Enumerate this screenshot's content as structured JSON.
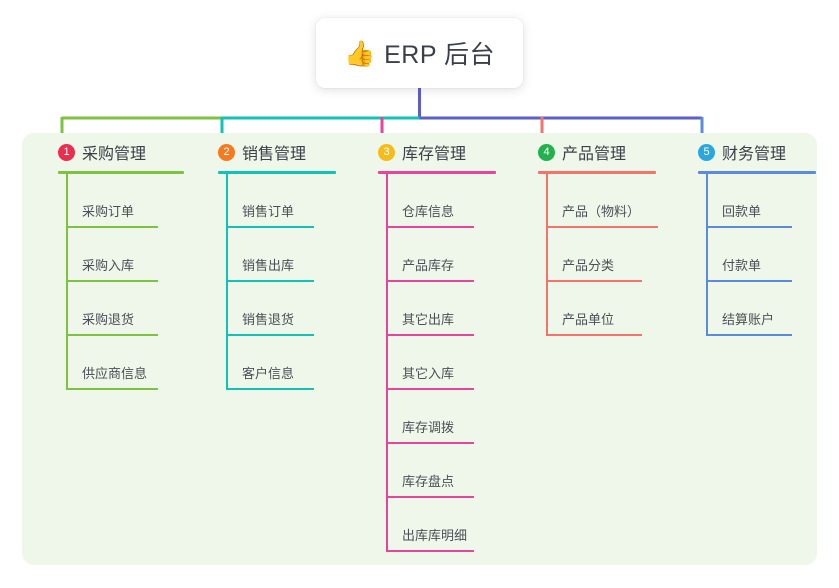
{
  "root": {
    "icon": "thumbs-up-icon",
    "emoji": "👍",
    "title": "ERP 后台"
  },
  "theme": {
    "panel_bg": "#eef7e9",
    "page_bg": "#ffffff",
    "card_bg": "#ffffff",
    "title_color": "#3a3f4a",
    "leaf_color": "#4b5058",
    "trunk_color": "#5b5fc7"
  },
  "bus": {
    "segments": [
      {
        "name": "bus-green",
        "color": "#7ec242"
      },
      {
        "name": "bus-teal",
        "color": "#12c2b5"
      },
      {
        "name": "bus-blue",
        "color": "#5b5fc7"
      }
    ]
  },
  "columns": [
    {
      "index": "1",
      "title": "采购管理",
      "badge_color": "#ea2e4e",
      "line_color": "#7ec242",
      "drop_color": "#7ec242",
      "items": [
        "采购订单",
        "采购入库",
        "采购退货",
        "供应商信息"
      ]
    },
    {
      "index": "2",
      "title": "销售管理",
      "badge_color": "#f47b20",
      "line_color": "#12c2b5",
      "drop_color": "#12c2b5",
      "items": [
        "销售订单",
        "销售出库",
        "销售退货",
        "客户信息"
      ]
    },
    {
      "index": "3",
      "title": "库存管理",
      "badge_color": "#f5bc1a",
      "line_color": "#e5469b",
      "drop_color": "#e5469b",
      "items": [
        "仓库信息",
        "产品库存",
        "其它出库",
        "其它入库",
        "库存调拨",
        "库存盘点",
        "出库库明细"
      ]
    },
    {
      "index": "4",
      "title": "产品管理",
      "badge_color": "#22b14c",
      "line_color": "#f4736b",
      "drop_color": "#f4736b",
      "items": [
        "产品（物料）",
        "产品分类",
        "产品单位"
      ]
    },
    {
      "index": "5",
      "title": "财务管理",
      "badge_color": "#29a8e0",
      "line_color": "#5a8cdb",
      "drop_color": "#5a8cdb",
      "items": [
        "回款单",
        "付款单",
        "结算账户"
      ]
    }
  ]
}
